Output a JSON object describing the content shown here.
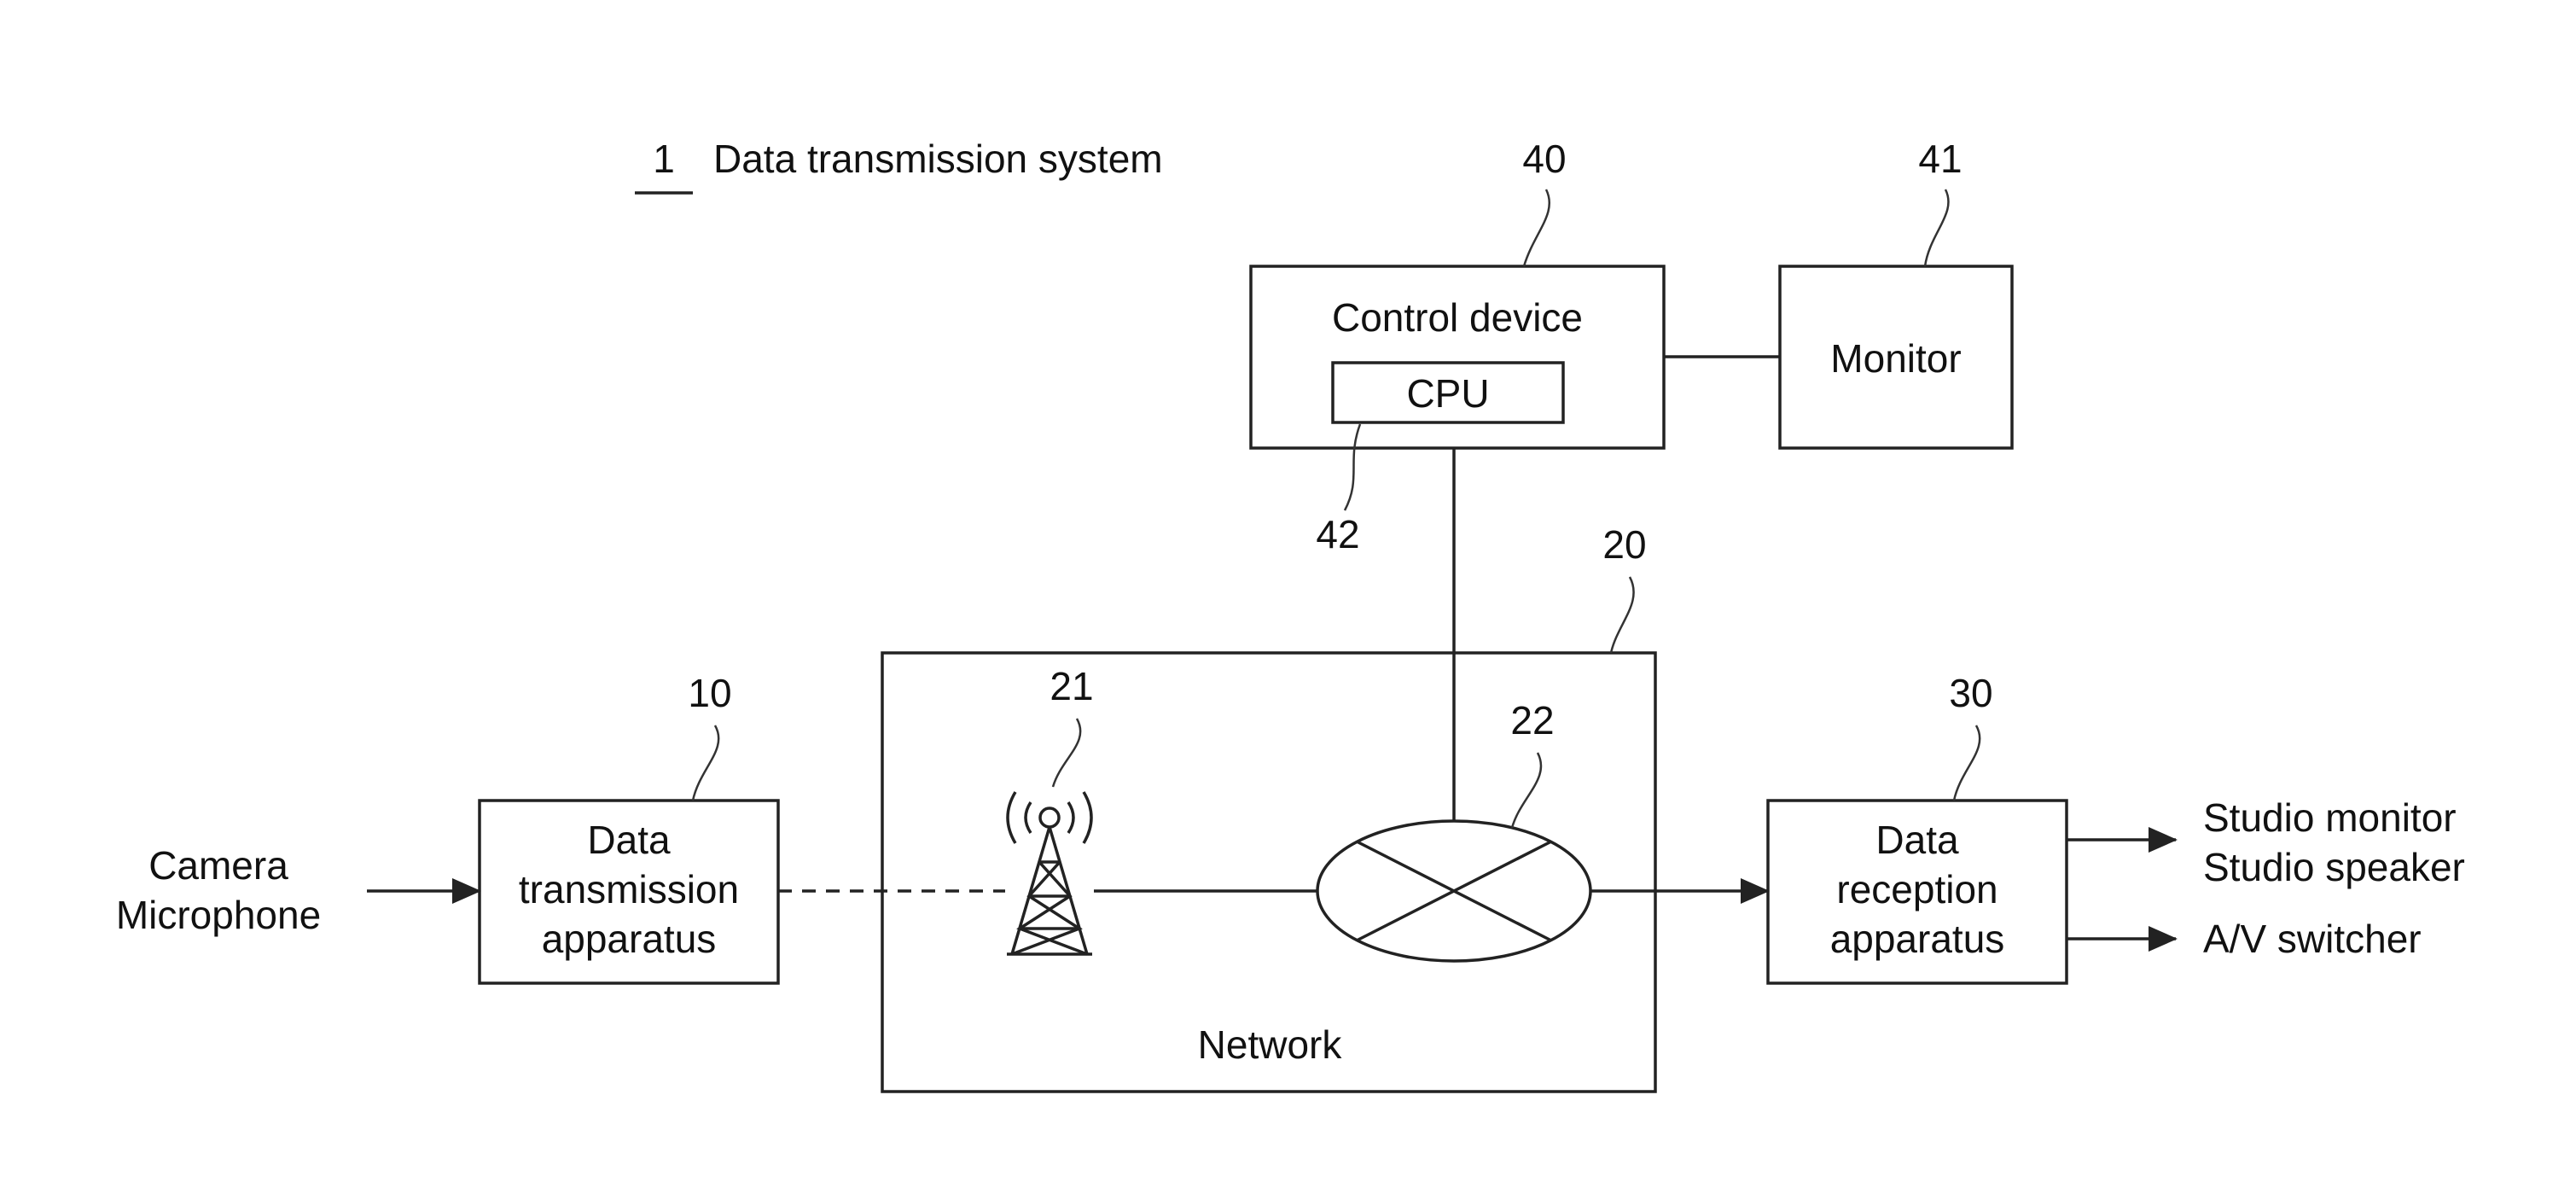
{
  "title": {
    "ref": "1",
    "text": "Data transmission system"
  },
  "nodes": {
    "control_device": {
      "ref": "40",
      "label": "Control device"
    },
    "cpu": {
      "ref": "42",
      "label": "CPU"
    },
    "monitor": {
      "ref": "41",
      "label": "Monitor"
    },
    "network": {
      "ref": "20",
      "label": "Network"
    },
    "antenna": {
      "ref": "21"
    },
    "router": {
      "ref": "22"
    },
    "transmitter": {
      "ref": "10",
      "lines": [
        "Data",
        "transmission",
        "apparatus"
      ]
    },
    "receiver": {
      "ref": "30",
      "lines": [
        "Data",
        "reception",
        "apparatus"
      ]
    }
  },
  "inputs": [
    "Camera",
    "Microphone"
  ],
  "outputs": [
    "Studio monitor",
    "Studio speaker",
    "A/V switcher"
  ],
  "colors": {
    "line": "#222222",
    "text": "#111111",
    "background": "#ffffff"
  }
}
